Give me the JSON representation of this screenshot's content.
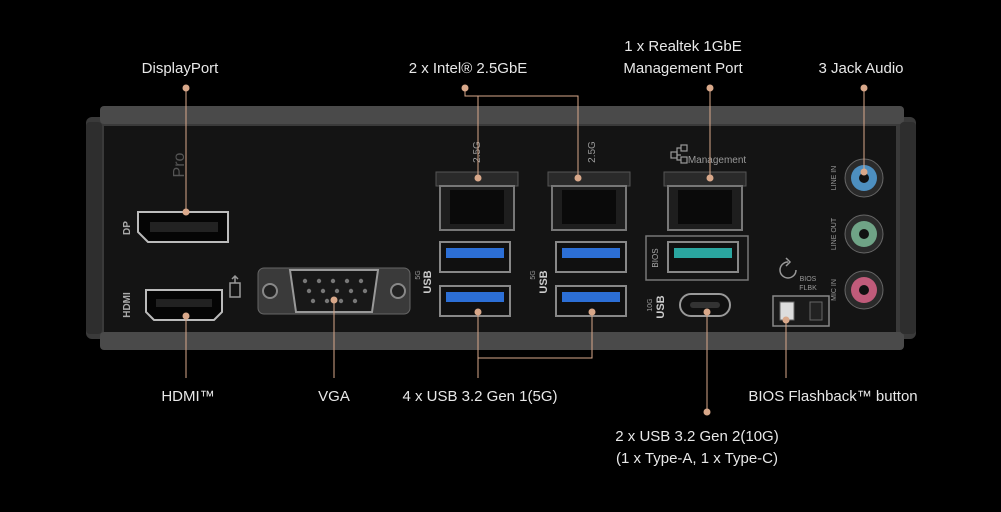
{
  "callouts": {
    "displayport": "DisplayPort",
    "intel_lan": "2 x Intel® 2.5GbE",
    "realtek_line1": "1 x Realtek 1GbE",
    "realtek_line2": "Management Port",
    "audio": "3 Jack Audio",
    "hdmi": "HDMI™",
    "vga": "VGA",
    "usb5g": "4 x USB 3.2 Gen 1(5G)",
    "bios_flashback": "BIOS Flashback™ button",
    "usb10g_line1": "2 x USB 3.2 Gen 2(10G)",
    "usb10g_line2": "(1 x Type-A, 1 x Type-C)"
  },
  "port_labels": {
    "dp": "DP",
    "hdmi": "HDMI",
    "lan1": "2.5G",
    "lan2": "2.5G",
    "management": "Management",
    "usb_5g_a_small": "5G",
    "usb_5g_a": "USB",
    "usb_5g_b_small": "5G",
    "usb_5g_b": "USB",
    "bios": "BIOS",
    "usb_10g_small": "10G",
    "usb_10g": "USB",
    "bios_flbk_1": "BIOS",
    "bios_flbk_2": "FLBK",
    "line_in": "LINE IN",
    "line_out": "LINE OUT",
    "mic_in": "MIC IN",
    "pro": "Pro"
  },
  "colors": {
    "leader": "#d9a88a",
    "text": "#e8e8e8",
    "line_in": "#4d8fc0",
    "line_out": "#6fa386",
    "mic_in": "#c05b7a",
    "usb_blue": "#2c6fd6",
    "usb_teal": "#2aa6a0"
  }
}
